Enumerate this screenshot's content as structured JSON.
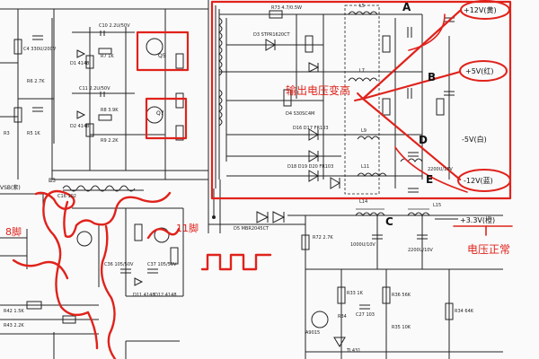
{
  "outputs": [
    {
      "key": "A",
      "rail": "+12V(黄)"
    },
    {
      "key": "B",
      "rail": "+5V(红)"
    },
    {
      "key": "D",
      "rail": "-5V(白)"
    },
    {
      "key": "E",
      "rail": "-12V(蓝)"
    },
    {
      "key": "C",
      "rail": "+3.3V(橙)"
    }
  ],
  "annotations": {
    "output_voltage_high": "输出电压变高",
    "voltage_normal": "电压正常",
    "pin8": "8脚",
    "pin11": "11脚",
    "vsb": "VSB(紫)"
  },
  "components": {
    "D5": "D5 MBR2045CT",
    "D3": "D3 STPR1620CT",
    "D4": "D4 S30SC4M",
    "D6D7": "D16 D17 FR103",
    "D8D9": "D18 D19 D20 FR103",
    "R73": "R73 4.7/0.5W",
    "L5": "L5",
    "L7": "L7",
    "L9": "L9",
    "L11": "L11",
    "L14": "L14",
    "L15": "L15",
    "C20": "1000U/10V",
    "C21": "2200U/10V",
    "C19": "2200U/16V",
    "R72": "R72 2.7K",
    "R33": "R33 1K",
    "R34": "R34 64K",
    "TL431": "TL431",
    "A9015": "A9015",
    "R7": "R7 1K",
    "R8": "R8 3.9K",
    "R9": "R9 2.2K",
    "D1": "D1 4148",
    "D2": "D2 4148",
    "C10": "C10 2.2U/50V",
    "C11": "C11 2.2U/50V",
    "Q5": "Q5",
    "Q7": "Q7",
    "C4": "C4 330U/200V",
    "R3": "R3",
    "R5": "R5 1K",
    "R6": "R6 2.7K",
    "B3": "B3",
    "R34b": "R34",
    "R36": "R36 56K",
    "C27": "C27 103",
    "R35": "R35 10K",
    "R42": "R42 1.5K",
    "R43": "R43 2.2K",
    "C36": "C36 105/50V",
    "C37": "C37 105/50V",
    "D11": "D11 4148",
    "D12": "D12 4148",
    "C16": "C16 102"
  }
}
